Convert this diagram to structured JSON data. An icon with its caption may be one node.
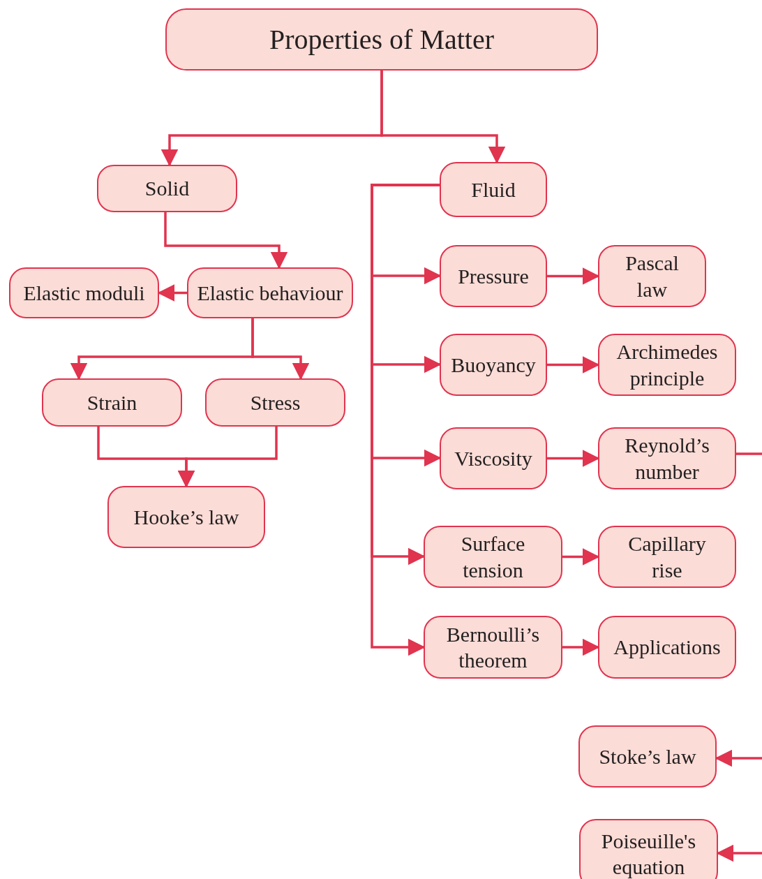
{
  "diagram": {
    "nodes": [
      {
        "text": [
          "Properties of Matter"
        ]
      },
      {
        "text": [
          "Solid"
        ]
      },
      {
        "text": [
          "Fluid"
        ]
      },
      {
        "text": [
          "Elastic moduli"
        ]
      },
      {
        "text": [
          "Elastic behaviour"
        ]
      },
      {
        "text": [
          "Strain"
        ]
      },
      {
        "text": [
          "Stress"
        ]
      },
      {
        "text": [
          "Hooke’s law"
        ]
      },
      {
        "text": [
          "Pressure"
        ]
      },
      {
        "text": [
          "Pascal law"
        ]
      },
      {
        "text": [
          "Buoyancy"
        ]
      },
      {
        "text": [
          "Archimedes principle"
        ]
      },
      {
        "text": [
          "Viscosity"
        ]
      },
      {
        "text": [
          "Reynold’s number"
        ]
      },
      {
        "text": [
          "Surface tension"
        ]
      },
      {
        "text": [
          "Capillary rise"
        ]
      },
      {
        "text": [
          "Bernoulli’s theorem"
        ]
      },
      {
        "text": [
          "Applications"
        ]
      },
      {
        "text": [
          "Stoke’s law"
        ]
      },
      {
        "text": [
          "Poiseuille's equation"
        ]
      }
    ],
    "edges": [
      {
        "from": 0,
        "to": 1,
        "arrow": "to"
      },
      {
        "from": 0,
        "to": 2,
        "arrow": "to"
      },
      {
        "from": 1,
        "to": 4,
        "arrow": "to"
      },
      {
        "from": 4,
        "to": 3,
        "arrow": "to"
      },
      {
        "from": 4,
        "to": 5,
        "arrow": "to"
      },
      {
        "from": 4,
        "to": 6,
        "arrow": "to"
      },
      {
        "from": 5,
        "to": 7,
        "arrow": "to"
      },
      {
        "from": 6,
        "to": 7,
        "arrow": "to"
      },
      {
        "from": 2,
        "to": 8,
        "arrow": "to"
      },
      {
        "from": 2,
        "to": 10,
        "arrow": "to"
      },
      {
        "from": 2,
        "to": 12,
        "arrow": "to"
      },
      {
        "from": 2,
        "to": 14,
        "arrow": "to"
      },
      {
        "from": 2,
        "to": 16,
        "arrow": "to"
      },
      {
        "from": 8,
        "to": 9,
        "arrow": "to"
      },
      {
        "from": 10,
        "to": 11,
        "arrow": "to"
      },
      {
        "from": 12,
        "to": 13,
        "arrow": "to"
      },
      {
        "from": 14,
        "to": 15,
        "arrow": "to"
      },
      {
        "from": 16,
        "to": 17,
        "arrow": "to"
      },
      {
        "from": 13,
        "to": null,
        "arrow": "none"
      },
      {
        "from": null,
        "to": 18,
        "arrow": "to"
      },
      {
        "from": null,
        "to": 19,
        "arrow": "to"
      }
    ]
  }
}
